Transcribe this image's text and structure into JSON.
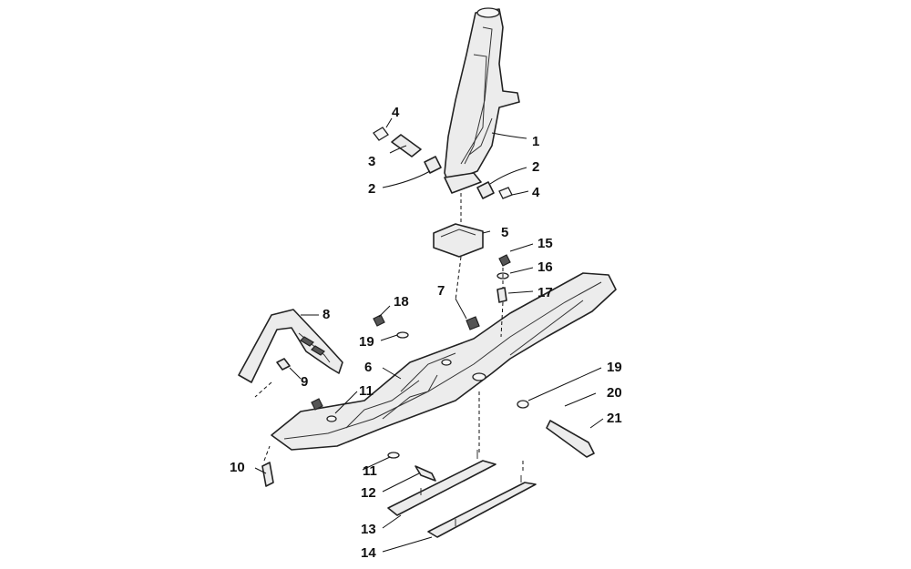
{
  "diagram": {
    "callouts": [
      {
        "id": "c1",
        "label": "1"
      },
      {
        "id": "c2a",
        "label": "2"
      },
      {
        "id": "c2b",
        "label": "2"
      },
      {
        "id": "c3",
        "label": "3"
      },
      {
        "id": "c4a",
        "label": "4"
      },
      {
        "id": "c4b",
        "label": "4"
      },
      {
        "id": "c5",
        "label": "5"
      },
      {
        "id": "c6",
        "label": "6"
      },
      {
        "id": "c7",
        "label": "7"
      },
      {
        "id": "c8",
        "label": "8"
      },
      {
        "id": "c9",
        "label": "9"
      },
      {
        "id": "c10",
        "label": "10"
      },
      {
        "id": "c11a",
        "label": "11"
      },
      {
        "id": "c11b",
        "label": "11"
      },
      {
        "id": "c12",
        "label": "12"
      },
      {
        "id": "c13",
        "label": "13"
      },
      {
        "id": "c14",
        "label": "14"
      },
      {
        "id": "c15",
        "label": "15"
      },
      {
        "id": "c16",
        "label": "16"
      },
      {
        "id": "c17",
        "label": "17"
      },
      {
        "id": "c18",
        "label": "18"
      },
      {
        "id": "c19a",
        "label": "19"
      },
      {
        "id": "c19b",
        "label": "19"
      },
      {
        "id": "c20",
        "label": "20"
      },
      {
        "id": "c21",
        "label": "21"
      }
    ]
  }
}
